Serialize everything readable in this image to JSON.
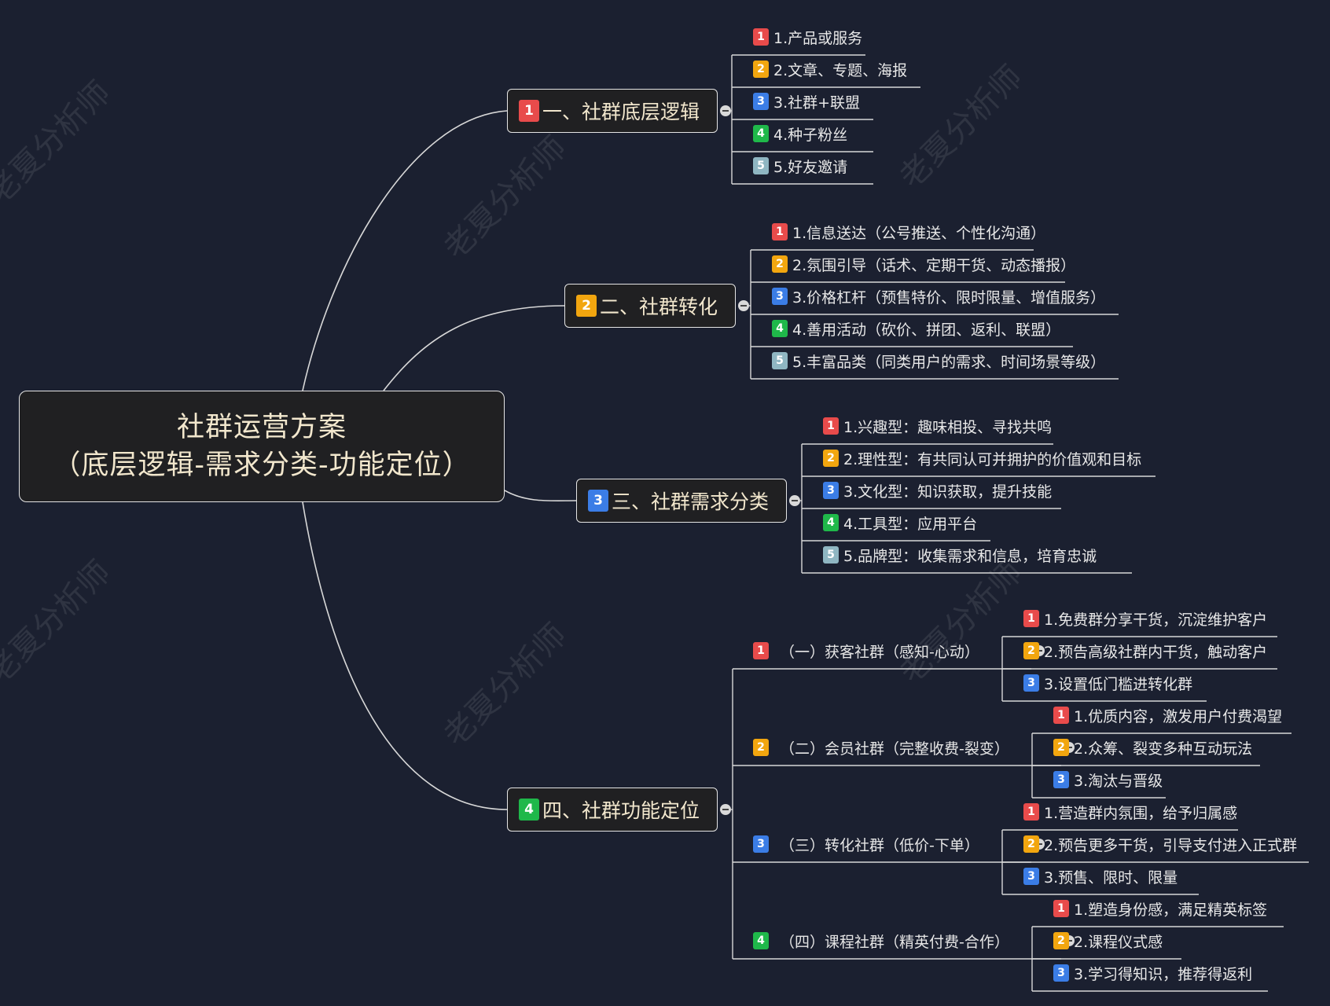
{
  "badge_colors": {
    "1": "#e84b4b",
    "2": "#f2a60f",
    "3": "#3b7de6",
    "4": "#1fb84a",
    "5": "#8fb6c2"
  },
  "watermark": "老夏分析师",
  "root": {
    "line1": "社群运营方案",
    "line2": "（底层逻辑-需求分类-功能定位）"
  },
  "branches": [
    {
      "badge": "1",
      "label": "一、社群底层逻辑",
      "items": [
        {
          "badge": "1",
          "label": "1.产品或服务"
        },
        {
          "badge": "2",
          "label": "2.文章、专题、海报"
        },
        {
          "badge": "3",
          "label": "3.社群+联盟"
        },
        {
          "badge": "4",
          "label": "4.种子粉丝"
        },
        {
          "badge": "5",
          "label": "5.好友邀请"
        }
      ]
    },
    {
      "badge": "2",
      "label": "二、社群转化",
      "items": [
        {
          "badge": "1",
          "label": "1.信息送达（公号推送、个性化沟通）"
        },
        {
          "badge": "2",
          "label": "2.氛围引导（话术、定期干货、动态播报）"
        },
        {
          "badge": "3",
          "label": "3.价格杠杆（预售特价、限时限量、增值服务）"
        },
        {
          "badge": "4",
          "label": "4.善用活动（砍价、拼团、返利、联盟）"
        },
        {
          "badge": "5",
          "label": "5.丰富品类（同类用户的需求、时间场景等级）"
        }
      ]
    },
    {
      "badge": "3",
      "label": "三、社群需求分类",
      "items": [
        {
          "badge": "1",
          "label": "1.兴趣型：趣味相投、寻找共鸣"
        },
        {
          "badge": "2",
          "label": "2.理性型：有共同认可并拥护的价值观和目标"
        },
        {
          "badge": "3",
          "label": "3.文化型：知识获取，提升技能"
        },
        {
          "badge": "4",
          "label": "4.工具型：应用平台"
        },
        {
          "badge": "5",
          "label": "5.品牌型：收集需求和信息，培育忠诚"
        }
      ]
    },
    {
      "badge": "4",
      "label": "四、社群功能定位",
      "subs": [
        {
          "badge": "1",
          "label": "（一）获客社群（感知-心动）",
          "items": [
            {
              "badge": "1",
              "label": "1.免费群分享干货，沉淀维护客户"
            },
            {
              "badge": "2",
              "label": "2.预告高级社群内干货，触动客户"
            },
            {
              "badge": "3",
              "label": "3.设置低门槛进转化群"
            }
          ]
        },
        {
          "badge": "2",
          "label": "（二）会员社群（完整收费-裂变）",
          "items": [
            {
              "badge": "1",
              "label": "1.优质内容，激发用户付费渴望"
            },
            {
              "badge": "2",
              "label": "2.众筹、裂变多种互动玩法"
            },
            {
              "badge": "3",
              "label": "3.淘汰与晋级"
            }
          ]
        },
        {
          "badge": "3",
          "label": "（三）转化社群（低价-下单）",
          "items": [
            {
              "badge": "1",
              "label": "1.营造群内氛围，给予归属感"
            },
            {
              "badge": "2",
              "label": "2.预告更多干货，引导支付进入正式群"
            },
            {
              "badge": "3",
              "label": "3.预售、限时、限量"
            }
          ]
        },
        {
          "badge": "4",
          "label": "（四）课程社群（精英付费-合作）",
          "items": [
            {
              "badge": "1",
              "label": "1.塑造身份感，满足精英标签"
            },
            {
              "badge": "2",
              "label": "2.课程仪式感"
            },
            {
              "badge": "3",
              "label": "3.学习得知识，推荐得返利"
            }
          ]
        }
      ]
    }
  ]
}
